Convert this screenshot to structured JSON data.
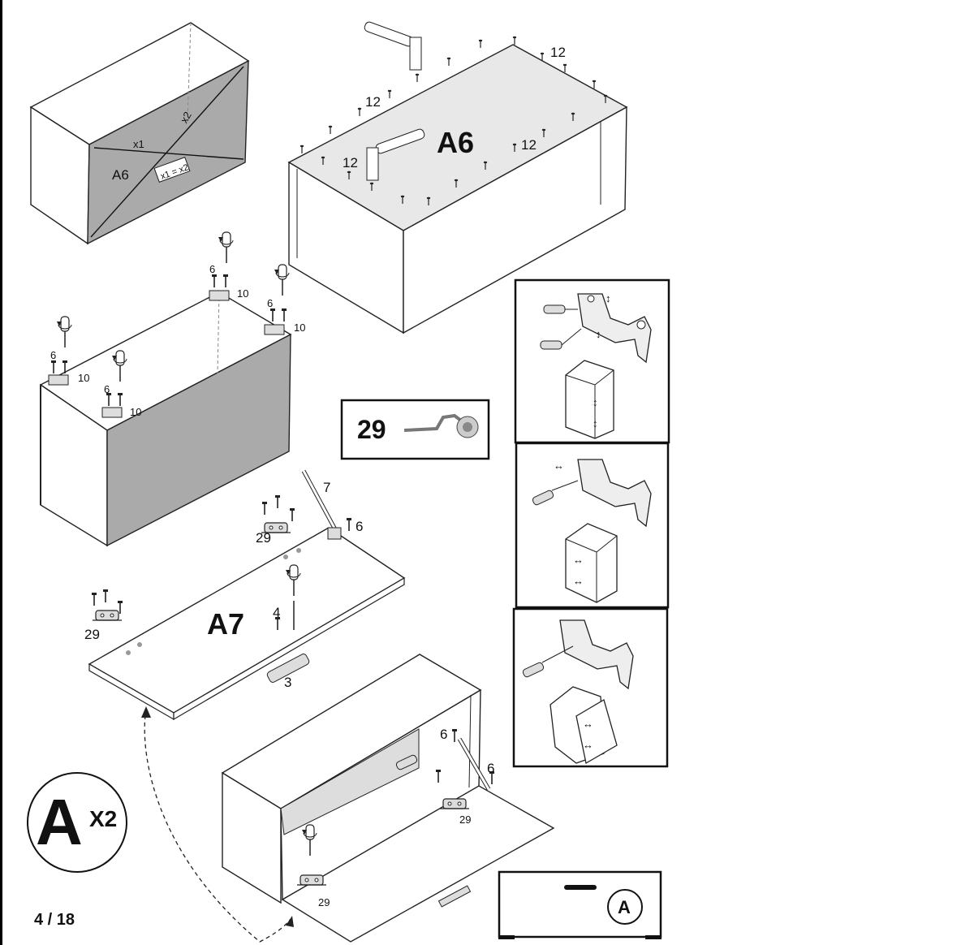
{
  "page": {
    "number": "4 / 18"
  },
  "step1": {
    "panel": "A6",
    "diag1": "x1",
    "diag2": "x2",
    "rule": "x1 = x2"
  },
  "step2": {
    "panel": "A6",
    "nail_qty_top": "12",
    "nail_qty_left": "12",
    "nail_qty_front": "12",
    "nail_qty_right": "12"
  },
  "step3": {
    "part_6": "6",
    "part_10": "10"
  },
  "part_box": {
    "number": "29"
  },
  "step4": {
    "panel": "A7",
    "hinge": "29",
    "stay": "7",
    "screw": "6",
    "screw4": "4",
    "handle": "3"
  },
  "step5": {
    "screw": "6",
    "hinge": "29"
  },
  "badge": {
    "letter": "A",
    "qty": "X2"
  },
  "cabinet_icon": {
    "letter": "A"
  }
}
